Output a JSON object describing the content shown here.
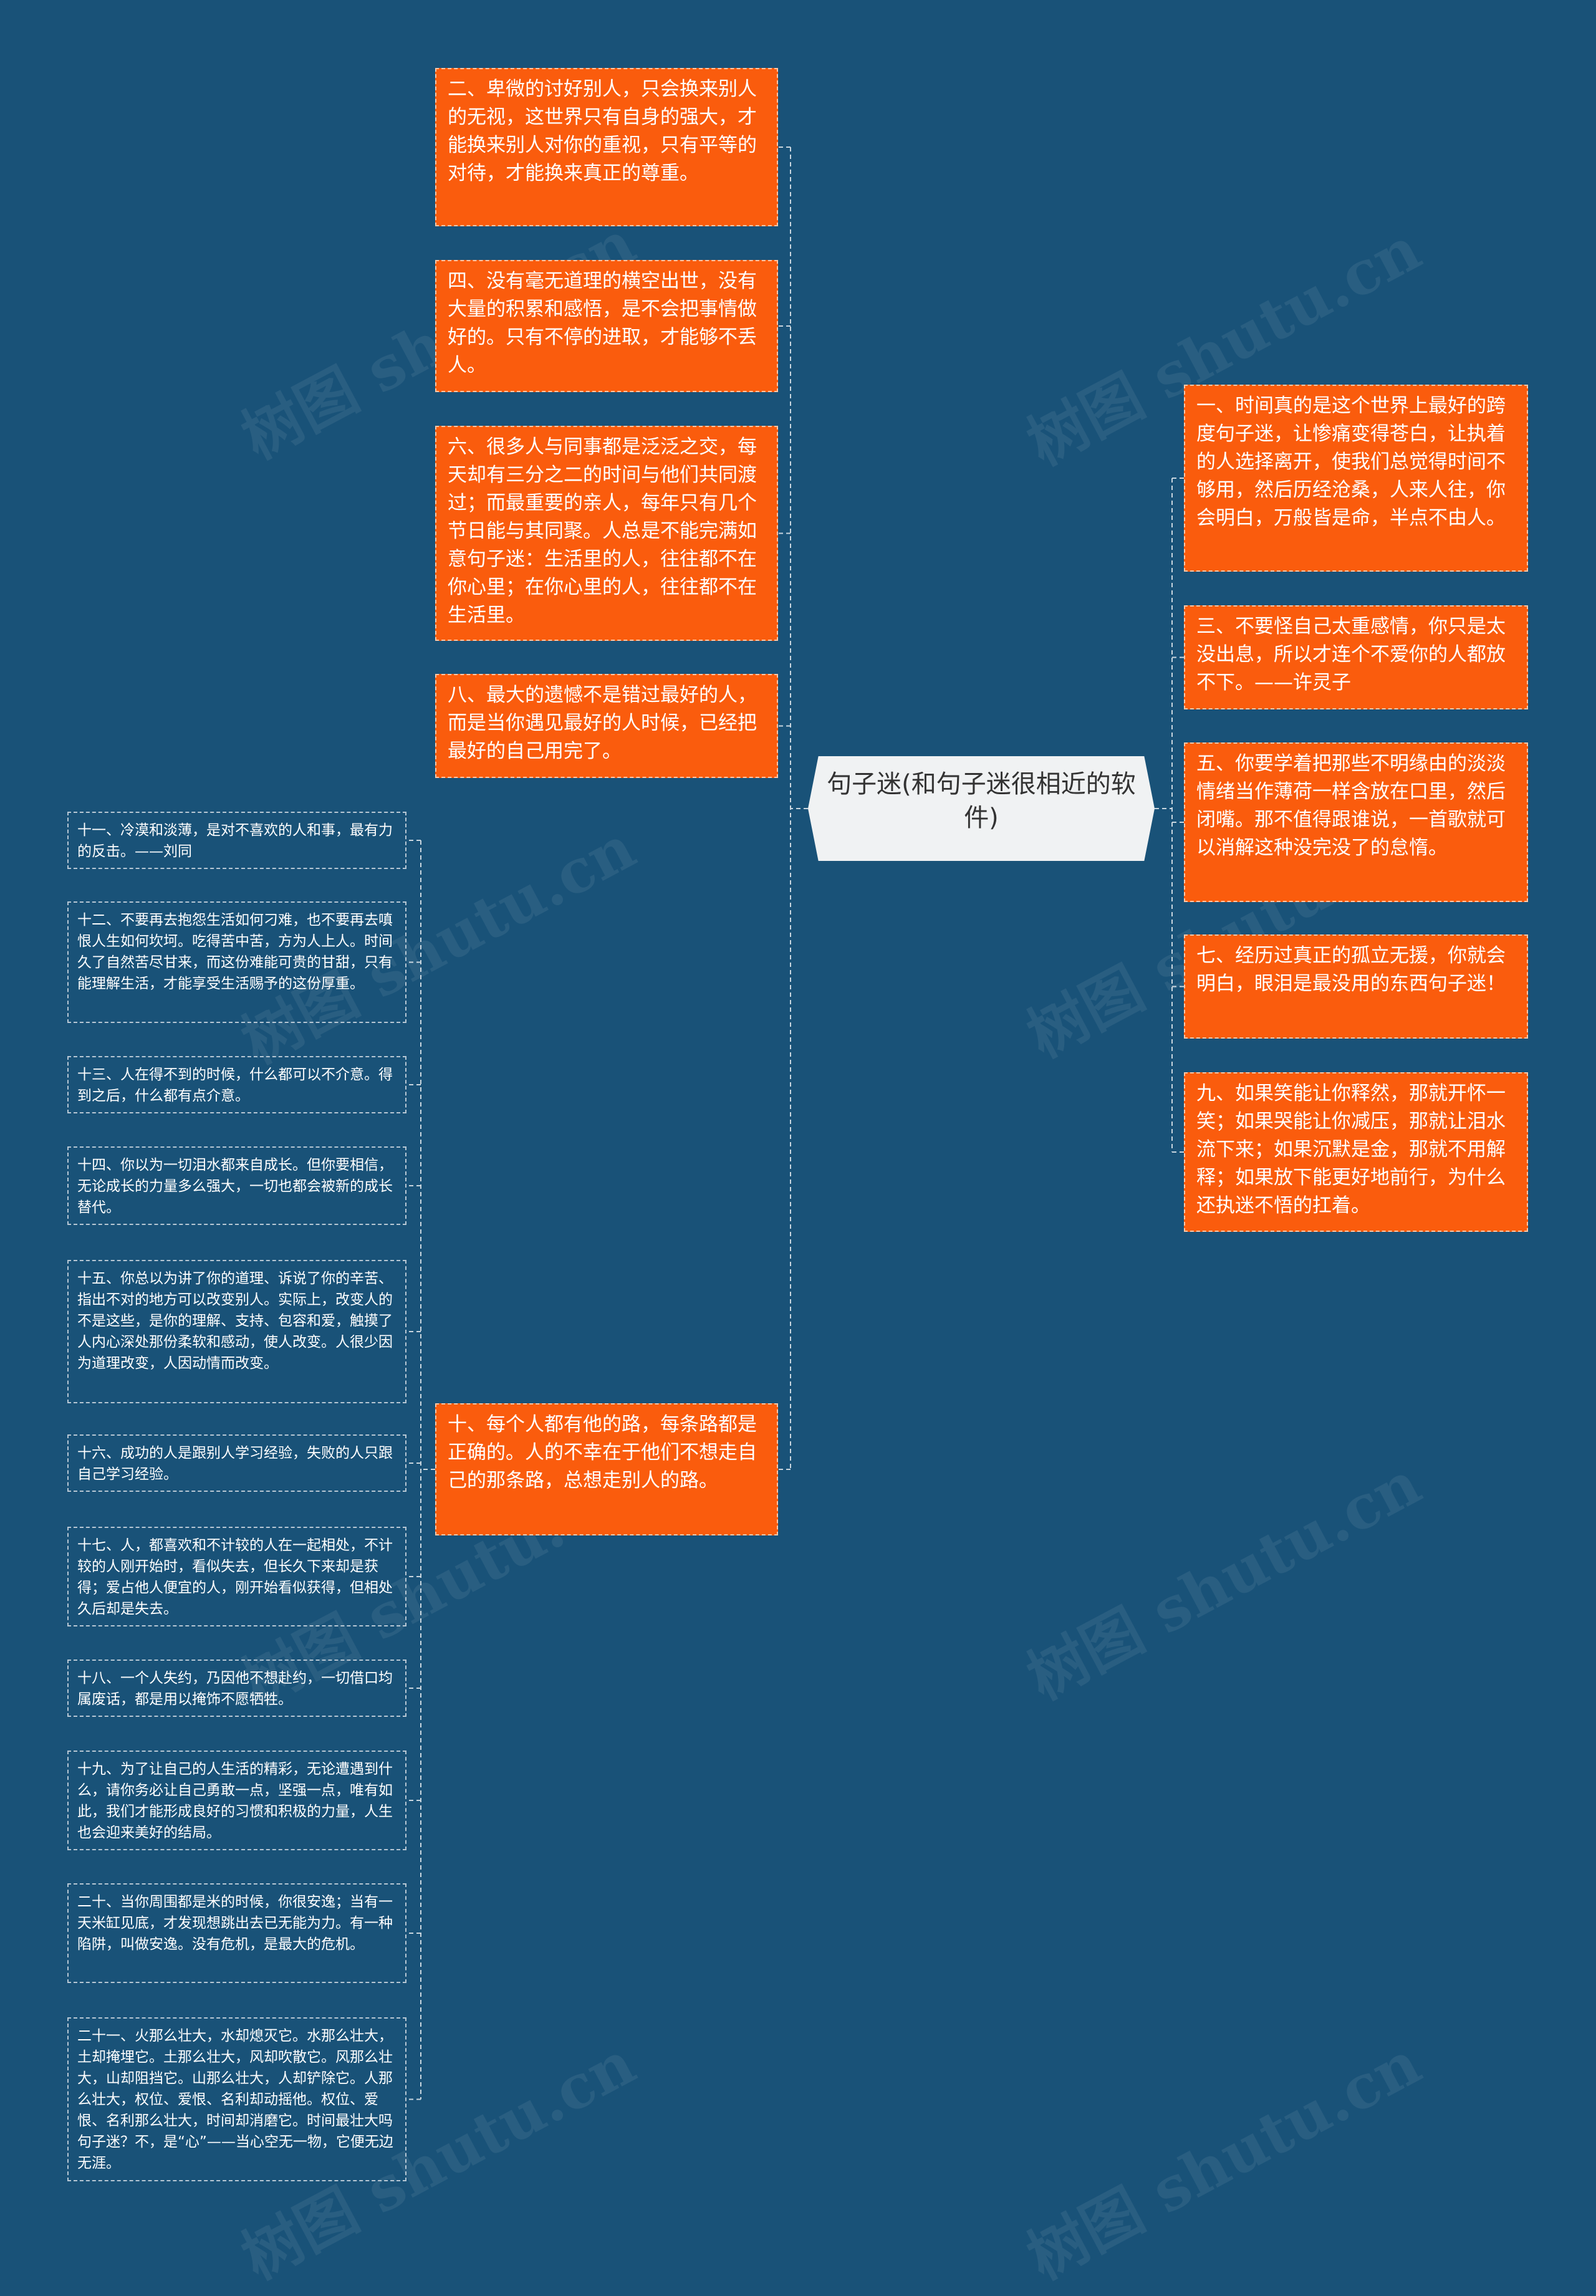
{
  "watermark": "树图 shutu.cn",
  "root": {
    "title": "句子迷(和句子迷很相近的软件)"
  },
  "left_nodes": [
    "二、卑微的讨好别人，只会换来别人的无视，这世界只有自身的强大，才能换来别人对你的重视，只有平等的对待，才能换来真正的尊重。",
    "四、没有毫无道理的横空出世，没有大量的积累和感悟，是不会把事情做好的。只有不停的进取，才能够不丢人。",
    "六、很多人与同事都是泛泛之交，每天却有三分之二的时间与他们共同渡过；而最重要的亲人，每年只有几个节日能与其同聚。人总是不能完满如意句子迷：生活里的人，往往都不在你心里；在你心里的人，往往都不在生活里。",
    "八、最大的遗憾不是错过最好的人，而是当你遇见最好的人时候，已经把最好的自己用完了。",
    "十、每个人都有他的路，每条路都是正确的。人的不幸在于他们不想走自己的那条路，总想走别人的路。"
  ],
  "right_nodes": [
    "一、时间真的是这个世界上最好的跨度句子迷，让惨痛变得苍白，让执着的人选择离开，使我们总觉得时间不够用，然后历经沧桑，人来人往，你会明白，万般皆是命，半点不由人。",
    "三、不要怪自己太重感情，你只是太没出息，所以才连个不爱你的人都放不下。——许灵子",
    "五、你要学着把那些不明缘由的淡淡情绪当作薄荷一样含放在口里，然后闭嘴。那不值得跟谁说，一首歌就可以消解这种没完没了的怠惰。",
    "七、经历过真正的孤立无援，你就会明白，眼泪是最没用的东西句子迷！",
    "九、如果笑能让你释然，那就开怀一笑；如果哭能让你减压，那就让泪水流下来；如果沉默是金，那就不用解释；如果放下能更好地前行，为什么还执迷不悟的扛着。"
  ],
  "sub_nodes": [
    "十一、冷漠和淡薄，是对不喜欢的人和事，最有力的反击。——刘同",
    "十二、不要再去抱怨生活如何刁难，也不要再去嗔恨人生如何坎坷。吃得苦中苦，方为人上人。时间久了自然苦尽甘来，而这份难能可贵的甘甜，只有能理解生活，才能享受生活赐予的这份厚重。",
    "十三、人在得不到的时候，什么都可以不介意。得到之后，什么都有点介意。",
    "十四、你以为一切泪水都来自成长。但你要相信，无论成长的力量多么强大，一切也都会被新的成长替代。",
    "十五、你总以为讲了你的道理、诉说了你的辛苦、指出不对的地方可以改变别人。实际上，改变人的不是这些，是你的理解、支持、包容和爱，触摸了人内心深处那份柔软和感动，使人改变。人很少因为道理改变，人因动情而改变。",
    "十六、成功的人是跟别人学习经验，失败的人只跟自己学习经验。",
    "十七、人，都喜欢和不计较的人在一起相处，不计较的人刚开始时，看似失去，但长久下来却是获得；爱占他人便宜的人，刚开始看似获得，但相处久后却是失去。",
    "十八、一个人失约，乃因他不想赴约，一切借口均属废话，都是用以掩饰不愿牺牲。",
    "十九、为了让自己的人生活的精彩，无论遭遇到什么，请你务必让自己勇敢一点，坚强一点，唯有如此，我们才能形成良好的习惯和积极的力量，人生也会迎来美好的结局。",
    "二十、当你周围都是米的时候，你很安逸；当有一天米缸见底，才发现想跳出去已无能为力。有一种陷阱，叫做安逸。没有危机，是最大的危机。",
    "二十一、火那么壮大，水却熄灭它。水那么壮大，土却掩埋它。土那么壮大，风却吹散它。风那么壮大，山却阻挡它。山那么壮大，人却铲除它。人那么壮大，权位、爱恨、名利却动摇他。权位、爱恨、名利那么壮大，时间却消磨它。时间最壮大吗句子迷？不，是“心”——当心空无一物，它便无边无涯。"
  ]
}
